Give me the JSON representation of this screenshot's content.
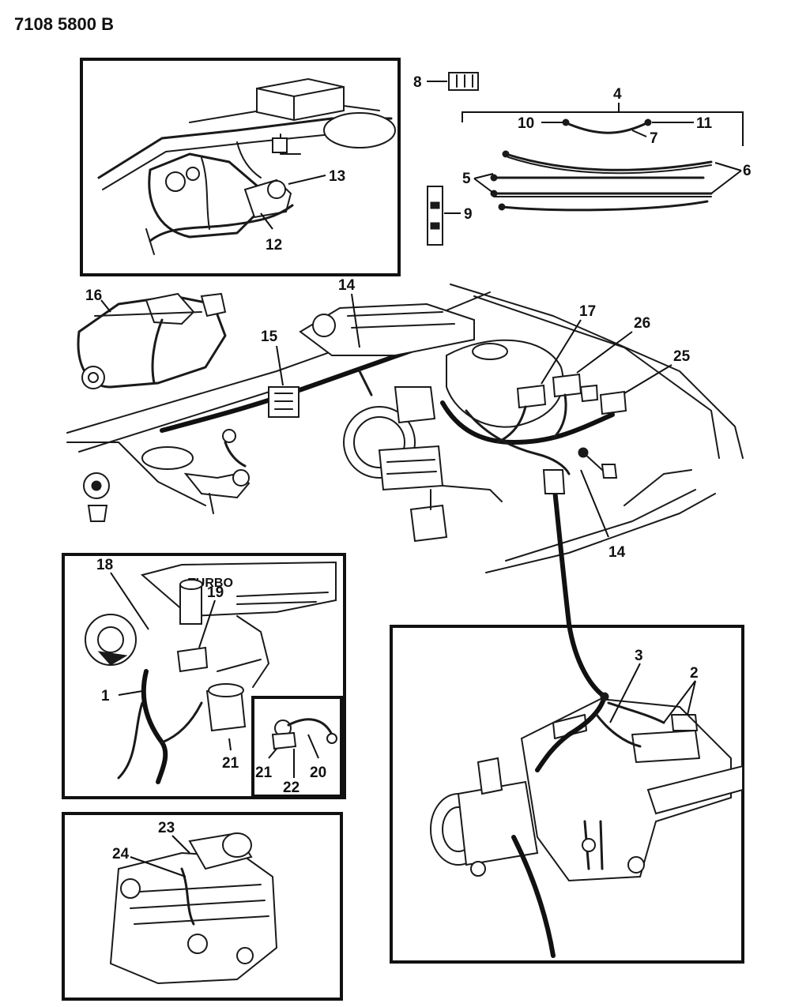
{
  "header": {
    "code": "7108 5800 B"
  },
  "callouts": {
    "c1": "1",
    "c2": "2",
    "c3": "3",
    "c4": "4",
    "c5": "5",
    "c6": "6",
    "c7": "7",
    "c8": "8",
    "c9": "9",
    "c10": "10",
    "c11": "11",
    "c12": "12",
    "c13": "13",
    "c14a": "14",
    "c14b": "14",
    "c15": "15",
    "c16": "16",
    "c17": "17",
    "c18": "18",
    "c19": "19",
    "c20": "20",
    "c21a": "21",
    "c21b": "21",
    "c22": "22",
    "c23": "23",
    "c24": "24",
    "c25": "25",
    "c26": "26"
  },
  "embossed_text": {
    "turbo": "TURBO"
  },
  "colors": {
    "ink": "#111111",
    "paper": "#ffffff"
  }
}
